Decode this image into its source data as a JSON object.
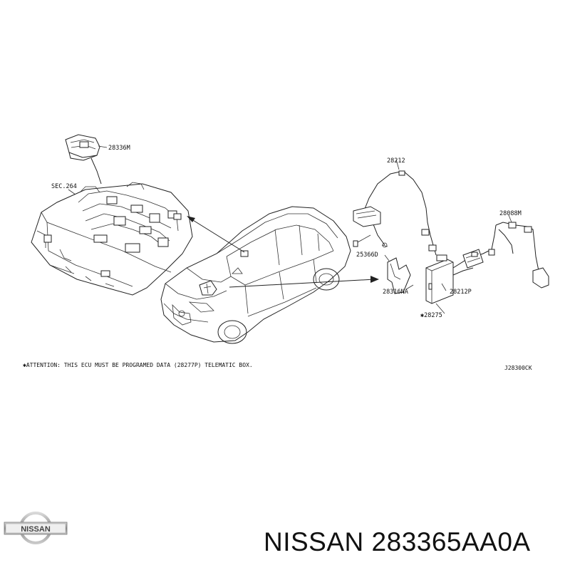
{
  "labels": {
    "part_28336m": "28336M",
    "sec_264": "SEC.264",
    "part_28212": "28212",
    "part_28088m": "28088M",
    "part_25366d": "25366D",
    "part_28316na": "28316NA",
    "part_28212p": "28212P",
    "part_28275": "✱28275"
  },
  "attention_note": "✱ATTENTION: THIS ECU MUST BE PROGRAMED DATA (28277P) TELEMATIC BOX.",
  "diagram_code": "J28300CK",
  "logo_text": "NISSAN",
  "footer": {
    "brand_part": "NISSAN 283365AA0A"
  }
}
